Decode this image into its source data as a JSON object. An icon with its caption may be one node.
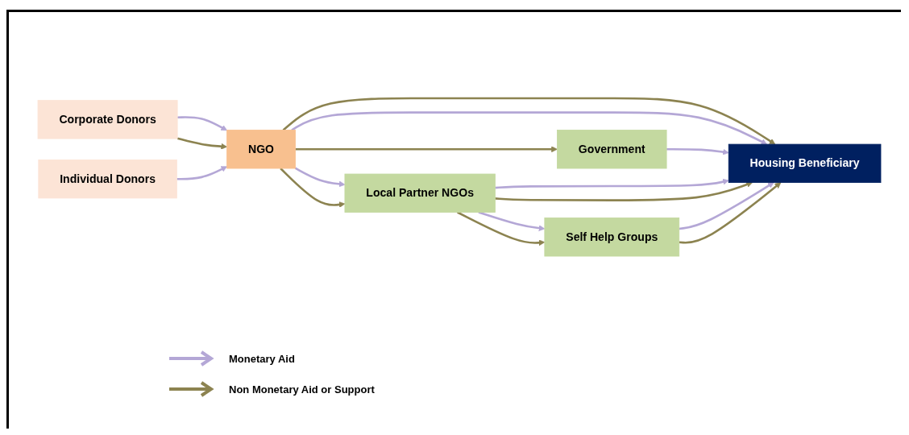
{
  "diagram": {
    "nodes": [
      {
        "text": [
          "Corporate Donors"
        ]
      },
      {
        "text": [
          "Individual Donors"
        ]
      },
      {
        "text": [
          "NGO"
        ]
      },
      {
        "text": [
          "Government"
        ]
      },
      {
        "text": [
          "Local Partner NGOs"
        ]
      },
      {
        "text": [
          "Self Help Groups"
        ]
      },
      {
        "text": [
          "Housing Beneficiary"
        ]
      }
    ],
    "edges": [
      {
        "from": 0,
        "to": 2,
        "arrow": "to",
        "color": "#b4a7d6"
      },
      {
        "from": 0,
        "to": 2,
        "arrow": "to",
        "color": "#8c8350"
      },
      {
        "from": 1,
        "to": 2,
        "arrow": "to",
        "color": "#b4a7d6"
      },
      {
        "from": 2,
        "to": 3,
        "arrow": "to",
        "color": "#8c8350"
      },
      {
        "from": 2,
        "to": 6,
        "arrow": "to",
        "color": "#8c8350"
      },
      {
        "from": 2,
        "to": 6,
        "arrow": "to",
        "color": "#b4a7d6"
      },
      {
        "from": 2,
        "to": 4,
        "arrow": "to",
        "color": "#b4a7d6"
      },
      {
        "from": 2,
        "to": 4,
        "arrow": "to",
        "color": "#8c8350"
      },
      {
        "from": 3,
        "to": 6,
        "arrow": "to",
        "color": "#b4a7d6"
      },
      {
        "from": 4,
        "to": 6,
        "arrow": "to",
        "color": "#b4a7d6"
      },
      {
        "from": 4,
        "to": 6,
        "arrow": "to",
        "color": "#8c8350"
      },
      {
        "from": 4,
        "to": 5,
        "arrow": "to",
        "color": "#b4a7d6"
      },
      {
        "from": 4,
        "to": 5,
        "arrow": "to",
        "color": "#8c8350"
      },
      {
        "from": 5,
        "to": 6,
        "arrow": "to",
        "color": "#b4a7d6"
      },
      {
        "from": 5,
        "to": 6,
        "arrow": "to",
        "color": "#8c8350"
      }
    ],
    "legend": [
      {
        "text": "Monetary Aid"
      },
      {
        "text": "Non Monetary Aid or Support"
      }
    ]
  }
}
